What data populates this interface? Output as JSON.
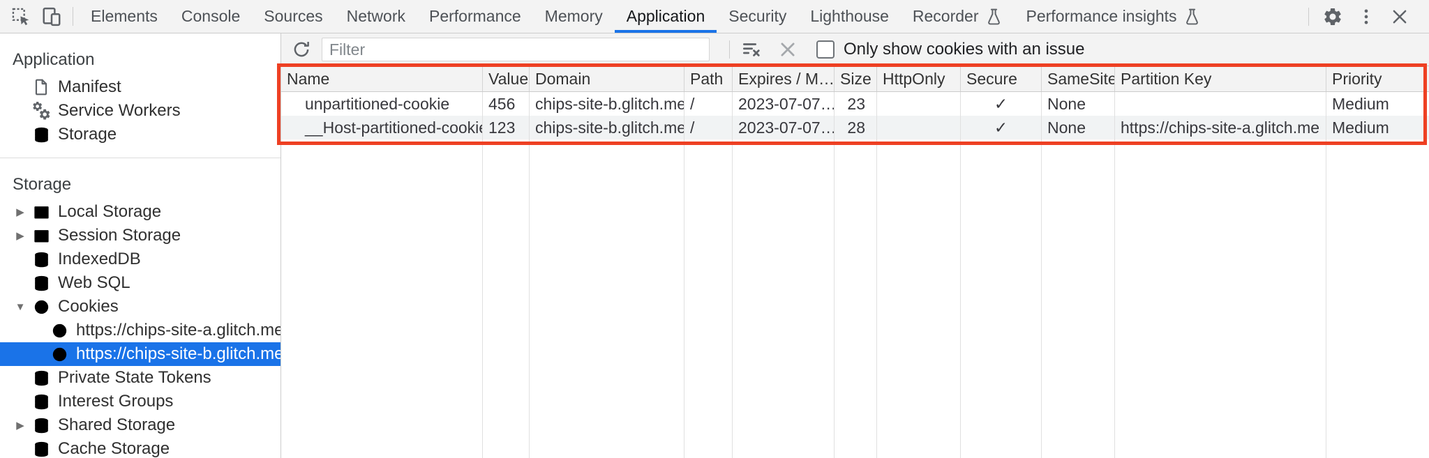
{
  "colors": {
    "accent_blue": "#1a73e8",
    "selected_item_bg": "#1a73e8",
    "highlight_rect_red": "#ee4023",
    "toolbar_bg": "#f3f3f3",
    "stripe_row_bg": "#f1f3f4",
    "icon_gray": "#5f6368"
  },
  "tabbar": {
    "left_icons": [
      "inspect-element-icon",
      "device-toolbar-icon"
    ],
    "right_icons": [
      "gear-icon",
      "more-vert-icon",
      "close-icon"
    ],
    "tabs": [
      {
        "label": "Elements",
        "selected": false
      },
      {
        "label": "Console",
        "selected": false
      },
      {
        "label": "Sources",
        "selected": false
      },
      {
        "label": "Network",
        "selected": false
      },
      {
        "label": "Performance",
        "selected": false
      },
      {
        "label": "Memory",
        "selected": false
      },
      {
        "label": "Application",
        "selected": true
      },
      {
        "label": "Security",
        "selected": false
      },
      {
        "label": "Lighthouse",
        "selected": false
      },
      {
        "label": "Recorder",
        "selected": false,
        "flask": true
      },
      {
        "label": "Performance insights",
        "selected": false,
        "flask": true
      }
    ]
  },
  "sidebar": {
    "sections": [
      {
        "title": "Application",
        "items": [
          {
            "label": "Manifest",
            "icon": "manifest-file-icon"
          },
          {
            "label": "Service Workers",
            "icon": "service-workers-gears-icon"
          },
          {
            "label": "Storage",
            "icon": "database-icon"
          }
        ]
      },
      {
        "title": "Storage",
        "items": [
          {
            "label": "Local Storage",
            "icon": "table-icon",
            "expandable": true
          },
          {
            "label": "Session Storage",
            "icon": "table-icon",
            "expandable": true
          },
          {
            "label": "IndexedDB",
            "icon": "database-icon"
          },
          {
            "label": "Web SQL",
            "icon": "database-icon"
          },
          {
            "label": "Cookies",
            "icon": "cookie-icon",
            "expanded": true,
            "children": [
              {
                "label": "https://chips-site-a.glitch.me",
                "icon": "cookie-icon",
                "selected": false
              },
              {
                "label": "https://chips-site-b.glitch.me",
                "icon": "cookie-icon",
                "selected": true
              }
            ]
          },
          {
            "label": "Private State Tokens",
            "icon": "database-icon"
          },
          {
            "label": "Interest Groups",
            "icon": "database-icon"
          },
          {
            "label": "Shared Storage",
            "icon": "database-icon",
            "expandable": true
          },
          {
            "label": "Cache Storage",
            "icon": "database-icon"
          }
        ]
      }
    ]
  },
  "cookies_toolbar": {
    "refresh_icon": "refresh-icon",
    "filter_placeholder": "Filter",
    "filter_value": "",
    "clear_filter_icon": "clear-filter-icon",
    "delete_icon": "clear-x-icon",
    "checkbox_label": "Only show cookies with an issue",
    "checkbox_checked": false
  },
  "cookie_table": {
    "columns": [
      "Name",
      "Value",
      "Domain",
      "Path",
      "Expires / M…",
      "Size",
      "HttpOnly",
      "Secure",
      "SameSite",
      "Partition Key",
      "Priority"
    ],
    "rows": [
      {
        "name": "unpartitioned-cookie",
        "value": "456",
        "domain": "chips-site-b.glitch.me",
        "path": "/",
        "expires": "2023-07-07…",
        "size": "23",
        "http_only": "",
        "secure": "✓",
        "same_site": "None",
        "partition_key": "",
        "priority": "Medium"
      },
      {
        "name": "__Host-partitioned-cookie",
        "value": "123",
        "domain": "chips-site-b.glitch.me",
        "path": "/",
        "expires": "2023-07-07…",
        "size": "28",
        "http_only": "",
        "secure": "✓",
        "same_site": "None",
        "partition_key": "https://chips-site-a.glitch.me",
        "priority": "Medium"
      }
    ]
  }
}
